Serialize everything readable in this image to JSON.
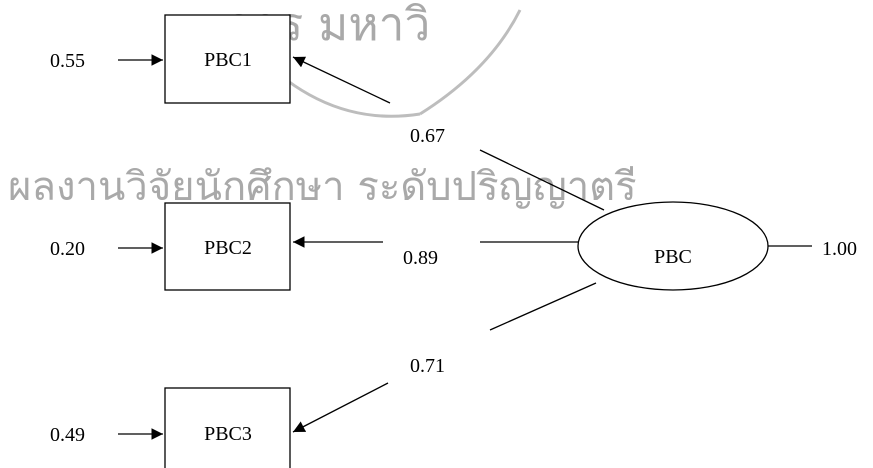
{
  "watermark": {
    "top_text": "การ มหาวิ",
    "middle_text": "ผลงานวิจัยนักศึกษา ระดับปริญญาตรี"
  },
  "latent": {
    "label": "PBC",
    "variance": "1.00"
  },
  "indicators": [
    {
      "label": "PBC1",
      "error": "0.55",
      "loading": "0.67"
    },
    {
      "label": "PBC2",
      "error": "0.20",
      "loading": "0.89"
    },
    {
      "label": "PBC3",
      "error": "0.49",
      "loading": "0.71"
    }
  ]
}
